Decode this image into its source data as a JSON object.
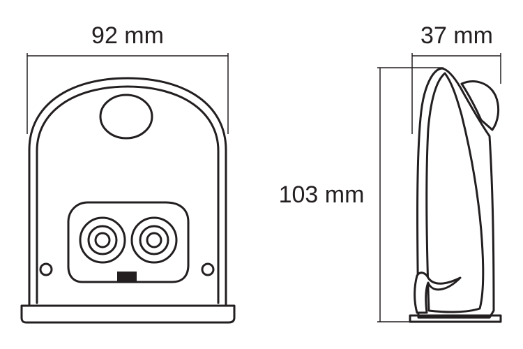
{
  "dimensions": {
    "width": "92 mm",
    "depth": "37 mm",
    "height": "103 mm"
  },
  "colors": {
    "stroke": "#231f20",
    "background": "#ffffff"
  }
}
